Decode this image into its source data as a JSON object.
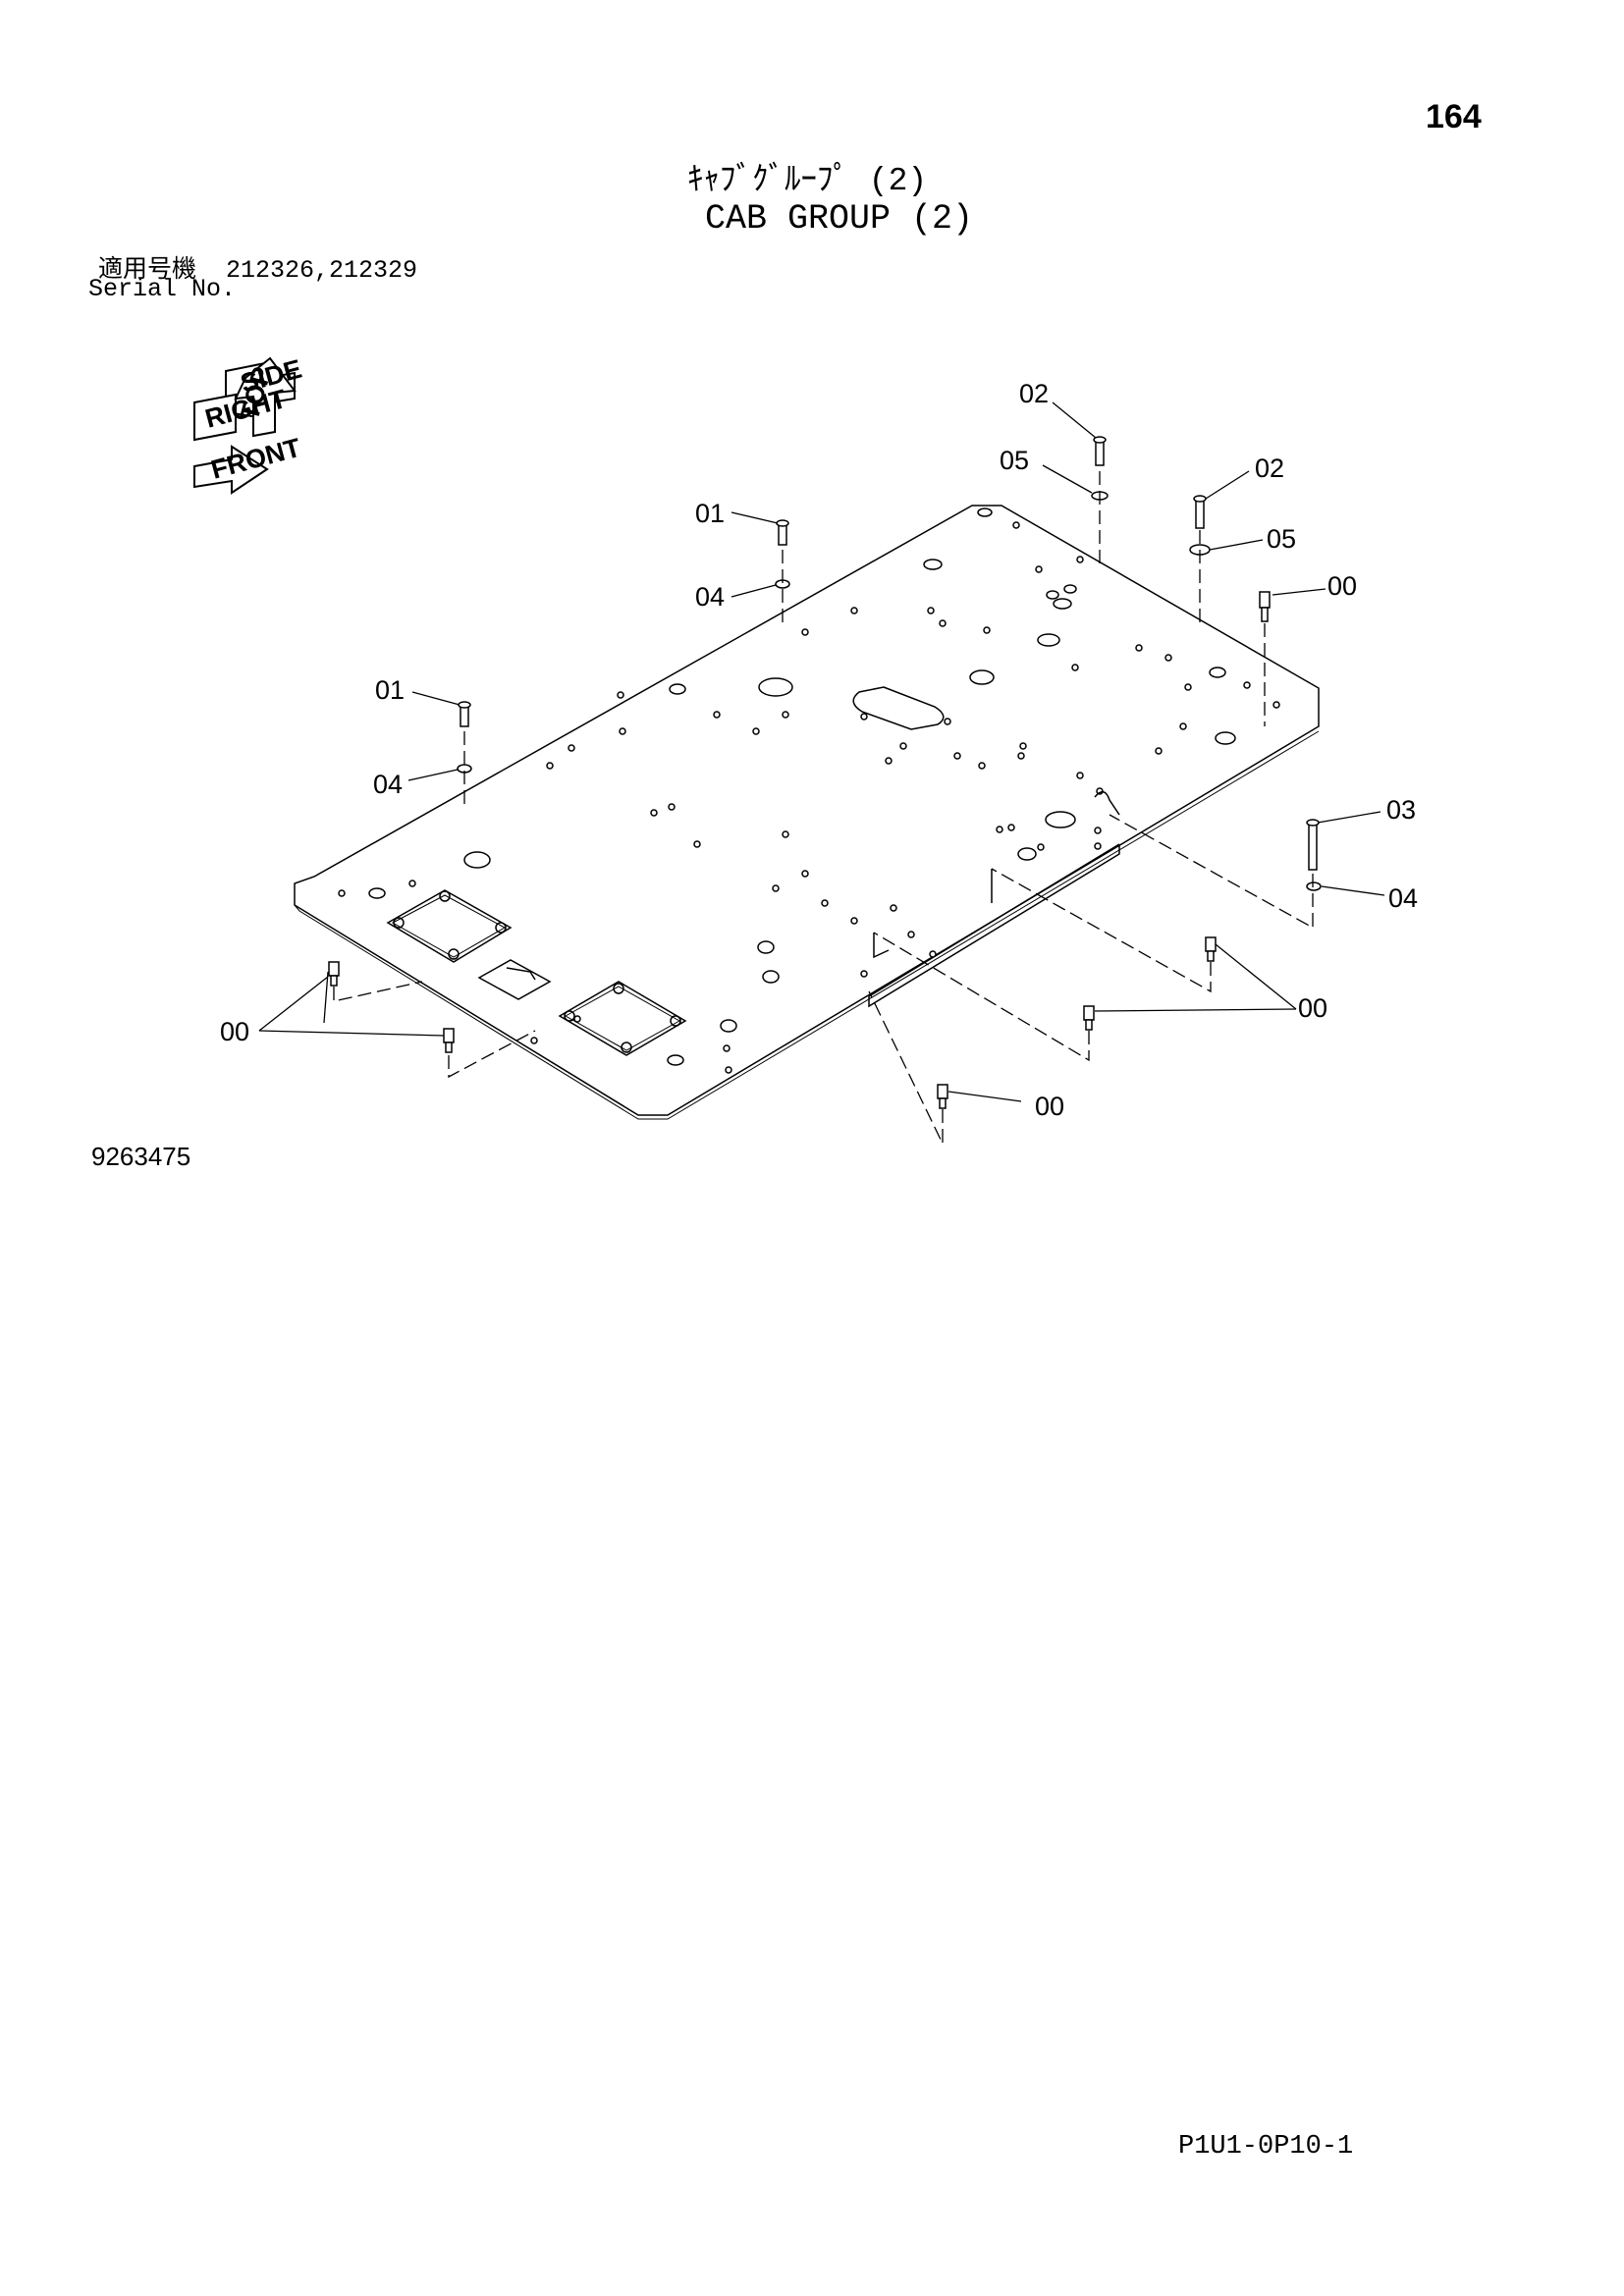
{
  "page": {
    "number": "164",
    "title_jp": "ｷｬﾌﾞｸﾞﾙｰﾌﾟ (2)",
    "title_en": "CAB GROUP (2)",
    "serial_label_jp": "適用号機",
    "serial_numbers": "212326,212329",
    "serial_label_en": "Serial No.",
    "drawing_number": "9263475",
    "page_code": "P1U1-0P10-1"
  },
  "orientation_arrows": {
    "right": "RIGHT",
    "front": "FRONT",
    "top": "TOP",
    "face": "SIDE"
  },
  "callouts": [
    {
      "id": "c1",
      "label": "02"
    },
    {
      "id": "c2",
      "label": "05"
    },
    {
      "id": "c3",
      "label": "02"
    },
    {
      "id": "c4",
      "label": "05"
    },
    {
      "id": "c5",
      "label": "00"
    },
    {
      "id": "c6",
      "label": "01"
    },
    {
      "id": "c7",
      "label": "04"
    },
    {
      "id": "c8",
      "label": "01"
    },
    {
      "id": "c9",
      "label": "04"
    },
    {
      "id": "c10",
      "label": "03"
    },
    {
      "id": "c11",
      "label": "04"
    },
    {
      "id": "c12",
      "label": "00"
    },
    {
      "id": "c13",
      "label": "00"
    },
    {
      "id": "c14",
      "label": "00"
    }
  ]
}
